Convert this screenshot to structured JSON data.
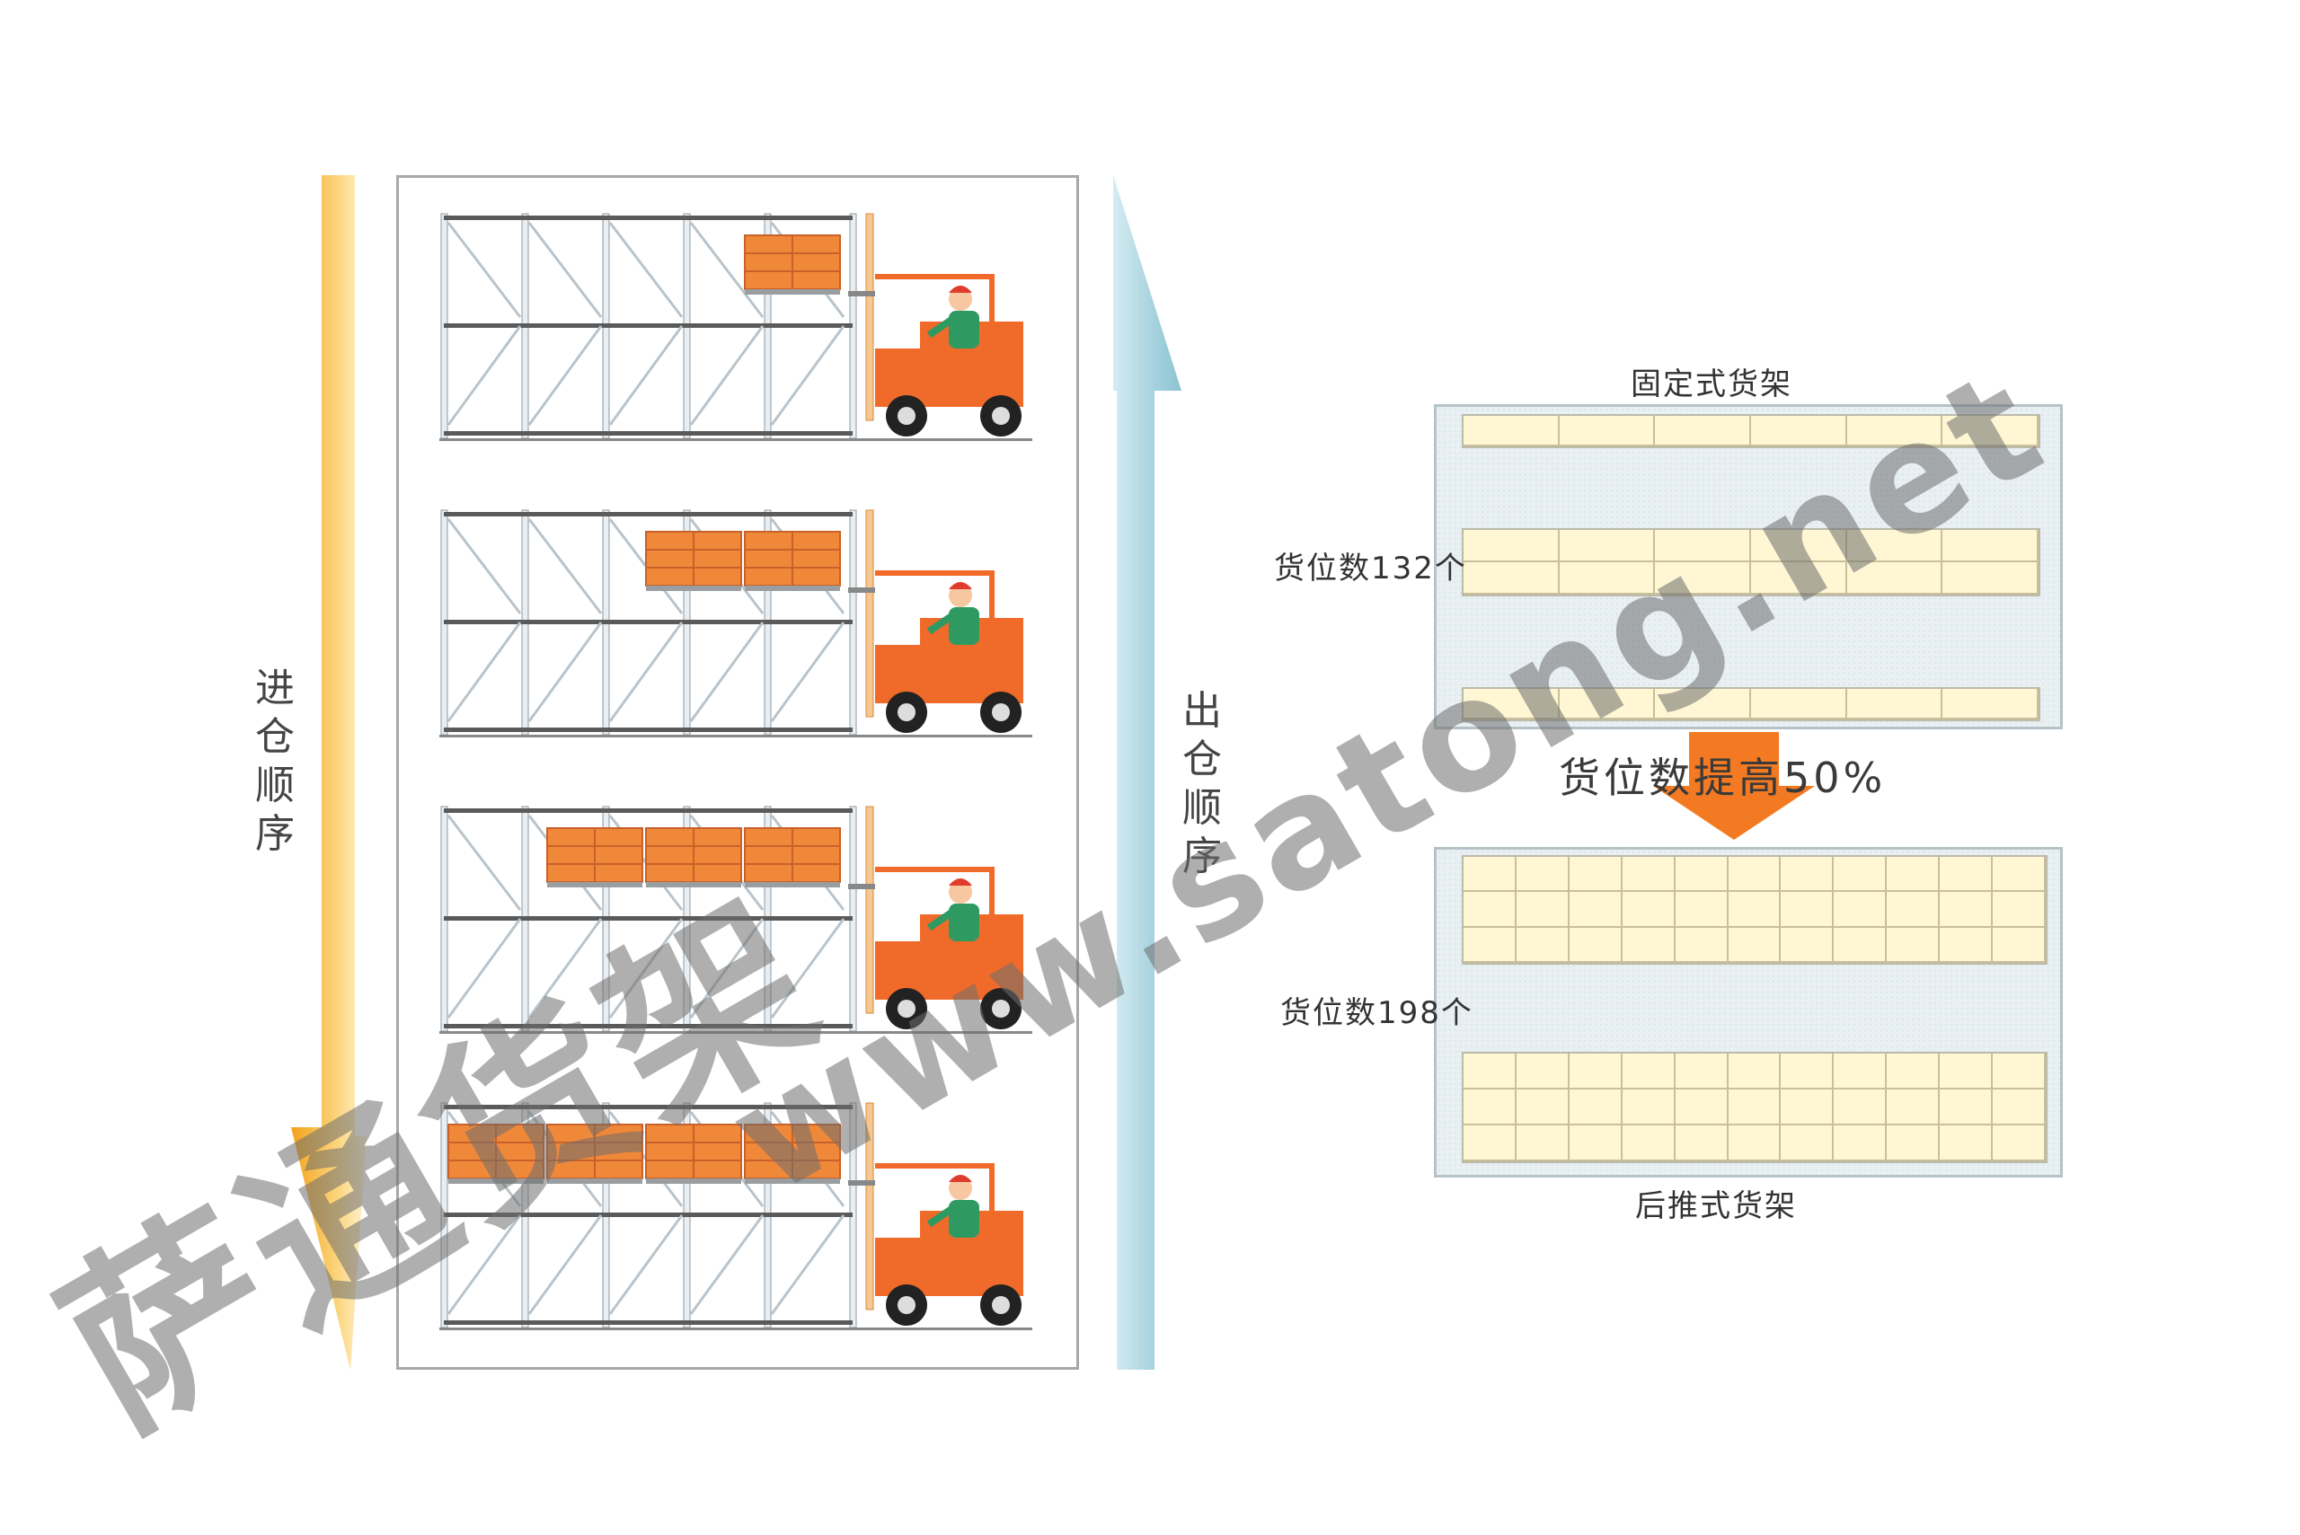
{
  "labels": {
    "inbound_order": [
      "进",
      "仓",
      "顺",
      "序"
    ],
    "outbound_order": [
      "出",
      "仓",
      "顺",
      "序"
    ]
  },
  "comparison": {
    "fixed_rack_title": "固定式货架",
    "fixed_rack_count": "货位数132个",
    "increase_text": "货位数提高50%",
    "pushback_rack_count": "货位数198个",
    "pushback_rack_title": "后推式货架"
  },
  "watermark": {
    "brand": "萨通货架",
    "url": "www.satong.net"
  },
  "colors": {
    "inbound_arrow": "#f6b233",
    "outbound_arrow": "#a9d3de",
    "cargo": "#f0883a",
    "forklift": "#f06a2a",
    "driver": "#2e9a62",
    "rack": "#5a5a5a",
    "cell": "#fff6d3",
    "increase_arrow": "#f37a22"
  }
}
